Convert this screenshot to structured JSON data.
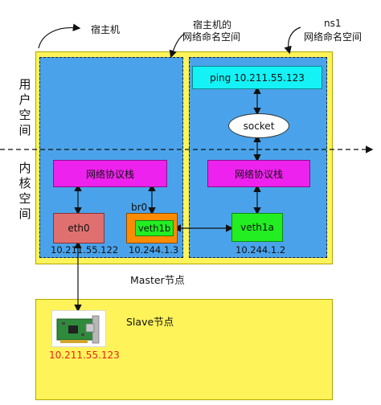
{
  "labels": {
    "host": "宿主机",
    "host_ns_line1": "宿主机的",
    "host_ns_line2": "网络命名空间",
    "ns1_line1": "ns1",
    "ns1_line2": "网络命名空间",
    "user_space": [
      "用",
      "户",
      "空",
      "间"
    ],
    "kernel_space": [
      "内",
      "核",
      "空",
      "间"
    ]
  },
  "boxes": {
    "ping": "ping 10.211.55.123",
    "socket": "socket",
    "stack_left": "网络协议栈",
    "stack_right": "网络协议栈",
    "eth0": "eth0",
    "br0": "br0",
    "veth1b": "veth1b",
    "veth1a": "veth1a"
  },
  "ips": {
    "eth0": "10.211.55.122",
    "br0": "10.244.1.3",
    "veth1a": "10.244.1.2",
    "slave_nic": "10.211.55.123"
  },
  "nodes": {
    "master": "Master节点",
    "slave": "Slave节点"
  },
  "colors": {
    "node_yellow": "#fff35a",
    "namespace_blue": "#4aa3ea",
    "ping_cyan": "#14f2f6",
    "stack_magenta": "#ee22ee",
    "eth0_red": "#e07070",
    "br0_orange": "#ff8c00",
    "veth_green": "#22ee22",
    "slave_ip_red": "#e8221a"
  }
}
